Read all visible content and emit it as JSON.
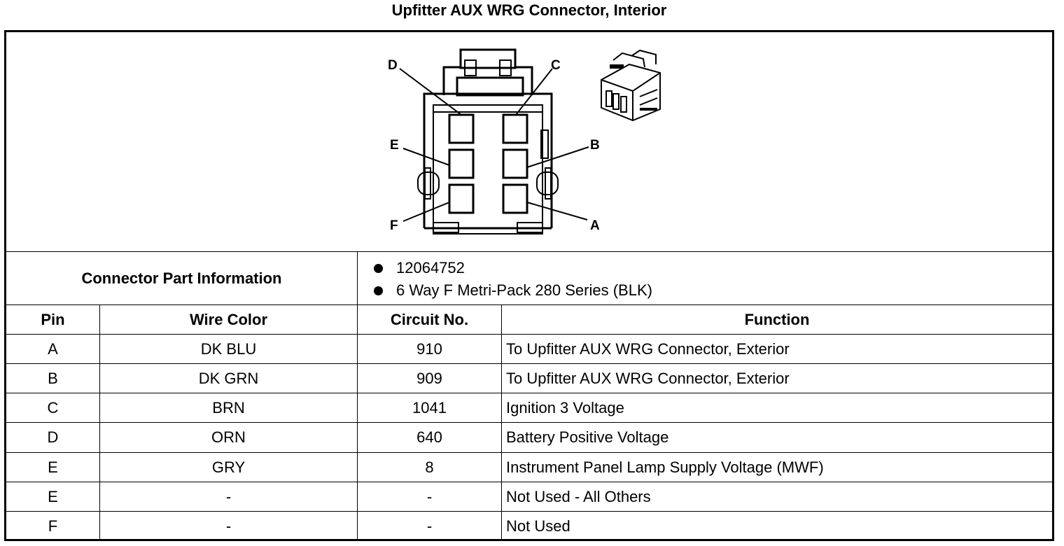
{
  "title": "Upfitter AUX WRG Connector, Interior",
  "diagram": {
    "terminal_labels": {
      "A": "A",
      "B": "B",
      "C": "C",
      "D": "D",
      "E": "E",
      "F": "F"
    }
  },
  "connector_part_information": {
    "label": "Connector Part Information",
    "items": [
      "12064752",
      "6 Way F Metri-Pack 280 Series (BLK)"
    ]
  },
  "table": {
    "headers": {
      "pin": "Pin",
      "wire_color": "Wire Color",
      "circuit_no": "Circuit No.",
      "function": "Function"
    },
    "rows": [
      {
        "pin": "A",
        "wire_color": "DK BLU",
        "circuit_no": "910",
        "function": "To Upfitter AUX WRG Connector, Exterior"
      },
      {
        "pin": "B",
        "wire_color": "DK GRN",
        "circuit_no": "909",
        "function": "To Upfitter AUX WRG Connector, Exterior"
      },
      {
        "pin": "C",
        "wire_color": "BRN",
        "circuit_no": "1041",
        "function": "Ignition 3 Voltage"
      },
      {
        "pin": "D",
        "wire_color": "ORN",
        "circuit_no": "640",
        "function": "Battery Positive Voltage"
      },
      {
        "pin": "E",
        "wire_color": "GRY",
        "circuit_no": "8",
        "function": "Instrument Panel Lamp Supply Voltage (MWF)"
      },
      {
        "pin": "E",
        "wire_color": "-",
        "circuit_no": "-",
        "function": "Not Used - All Others"
      },
      {
        "pin": "F",
        "wire_color": "-",
        "circuit_no": "-",
        "function": "Not Used"
      }
    ]
  }
}
